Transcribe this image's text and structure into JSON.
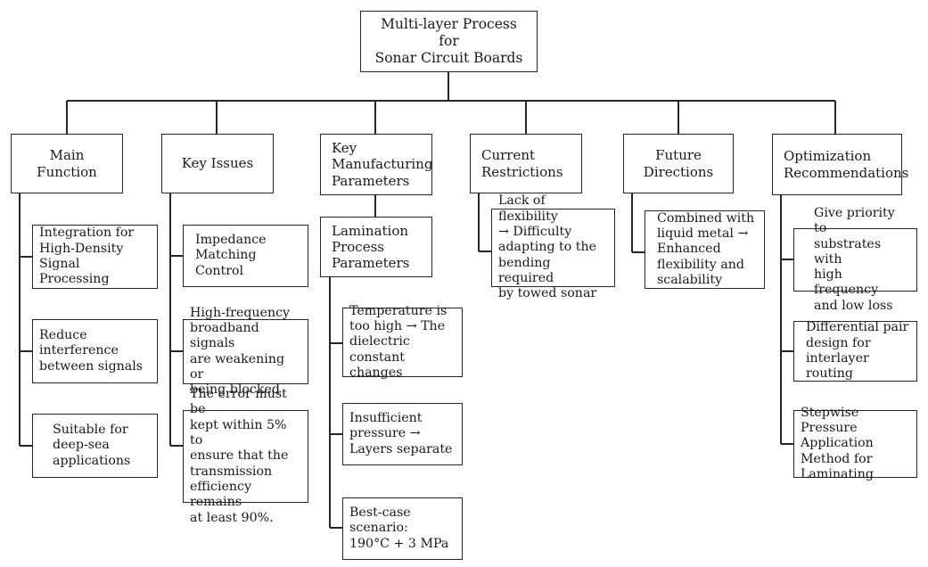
{
  "diagram": {
    "title": "Multi-layer Process for Sonar Circuit Boards",
    "type": "tree-diagram",
    "background": "#ffffff",
    "line_color": "#24262b",
    "text_color": "#1a1a1a"
  },
  "root": {
    "label": "Multi-layer Process for\nSonar Circuit Boards"
  },
  "branches": [
    {
      "id": "main-function",
      "label": "Main Function",
      "children": [
        {
          "label": "Integration for\nHigh-Density\nSignal Processing"
        },
        {
          "label": "Reduce\ninterference\nbetween signals"
        },
        {
          "label": "Suitable for\ndeep-sea\napplications"
        }
      ]
    },
    {
      "id": "key-issues",
      "label": "Key Issues",
      "children": [
        {
          "label": "Impedance\nMatching Control"
        },
        {
          "label": "High-frequency\nbroadband signals\nare weakening or\nbeing blocked"
        },
        {
          "label": "The error must be\nkept within 5% to\nensure that the\ntransmission\nefficiency remains\nat least 90%."
        }
      ]
    },
    {
      "id": "key-manufacturing-parameters",
      "label": "Key\nManufacturing\nParameters",
      "subgroup": {
        "label": "Lamination\nProcess\nParameters",
        "children": [
          {
            "label": "Temperature is\ntoo high → The\ndielectric constant\nchanges"
          },
          {
            "label": "Insufficient\npressure →\nLayers separate"
          },
          {
            "label": "Best-case scenario:\n190°C + 3 MPa"
          }
        ]
      }
    },
    {
      "id": "current-restrictions",
      "label": "Current\nRestrictions",
      "children": [
        {
          "label": "Lack of flexibility\n→ Difficulty\nadapting to the\nbending required\nby towed sonar"
        }
      ]
    },
    {
      "id": "future-directions",
      "label": "Future\nDirections",
      "children": [
        {
          "label": "Combined with\nliquid metal →\nEnhanced\nflexibility and\nscalability"
        }
      ]
    },
    {
      "id": "optimization-recommendations",
      "label": "Optimization\nRecommendations",
      "children": [
        {
          "label": "Give priority to\nsubstrates with\nhigh frequency\nand low loss"
        },
        {
          "label": "Differential pair\ndesign for\ninterlayer routing"
        },
        {
          "label": "Stepwise Pressure\nApplication\nMethod for\nLaminating"
        }
      ]
    }
  ]
}
